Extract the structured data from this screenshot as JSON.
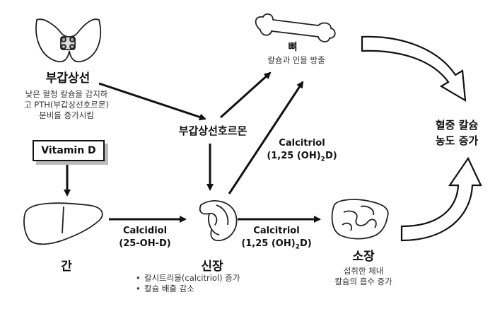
{
  "parathyroid": {
    "title": "부갑상선",
    "desc": [
      "낮은 혈청 칼슘을 감지하",
      "고 PTH(부갑상선호르몬)",
      "분비를 증가시킴"
    ]
  },
  "vitamin_d": {
    "label": "Vitamin D"
  },
  "liver": {
    "title": "간"
  },
  "kidney": {
    "title": "신장",
    "bullets": [
      "칼시트리올(calcitriol) 증가",
      "칼슘 배출 감소"
    ]
  },
  "hormone": {
    "label": "부갑상선호르몬"
  },
  "bone": {
    "title": "뼈",
    "desc": "칼슘과 인을 방출"
  },
  "intestine": {
    "title": "소장",
    "desc": [
      "섭취한 체내",
      "칼슘의 흡수 증가"
    ]
  },
  "result": {
    "line1": "혈중 칼슘",
    "line2": "농도 증가"
  },
  "arrows": {
    "calcidiol": {
      "name": "Calcidiol",
      "formula": "(25-OH-D)"
    },
    "calcitriol_intestine": {
      "name": "Calcitriol",
      "formula_pre": "(1,25 (OH)",
      "formula_sub": "2",
      "formula_post": "D)"
    },
    "calcitriol_bone": {
      "name": "Calcitriol",
      "formula_pre": "(1,25 (OH)",
      "formula_sub": "2",
      "formula_post": "D)"
    }
  }
}
